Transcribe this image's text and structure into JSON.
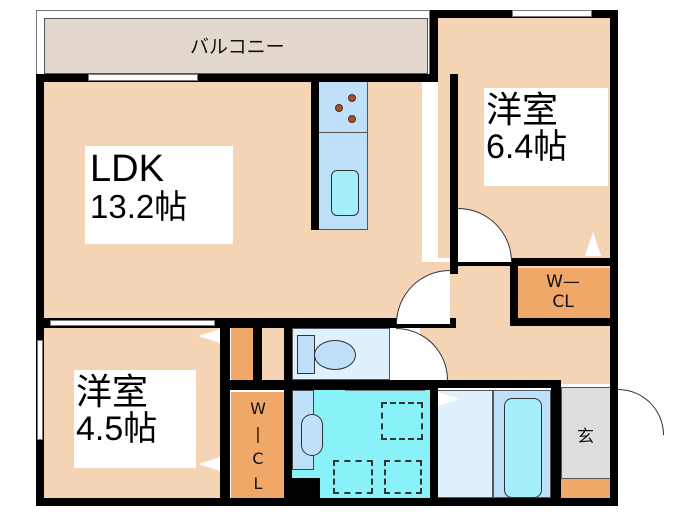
{
  "floorplan": {
    "balcony": {
      "label": "バルコニー"
    },
    "ldk": {
      "name": "LDK",
      "size": "13.2帖"
    },
    "western_room_1": {
      "name": "洋室",
      "size": "6.4帖"
    },
    "western_room_2": {
      "name": "洋室",
      "size": "4.5帖"
    },
    "walk_in_closet_1": {
      "line1": "W—",
      "line2": "CL"
    },
    "walk_in_closet_2": {
      "chars": [
        "W",
        "|",
        "C",
        "L"
      ]
    },
    "entrance": {
      "label": "玄"
    }
  },
  "colors": {
    "room": "#f5d3b5",
    "closet": "#f0a868",
    "balcony": "#e2d8ce",
    "kitchen": "#bfe0fb",
    "bath": "#88f2f8",
    "toilet": "#dff1fc",
    "entrance": "#dedede",
    "wall": "#000000"
  }
}
